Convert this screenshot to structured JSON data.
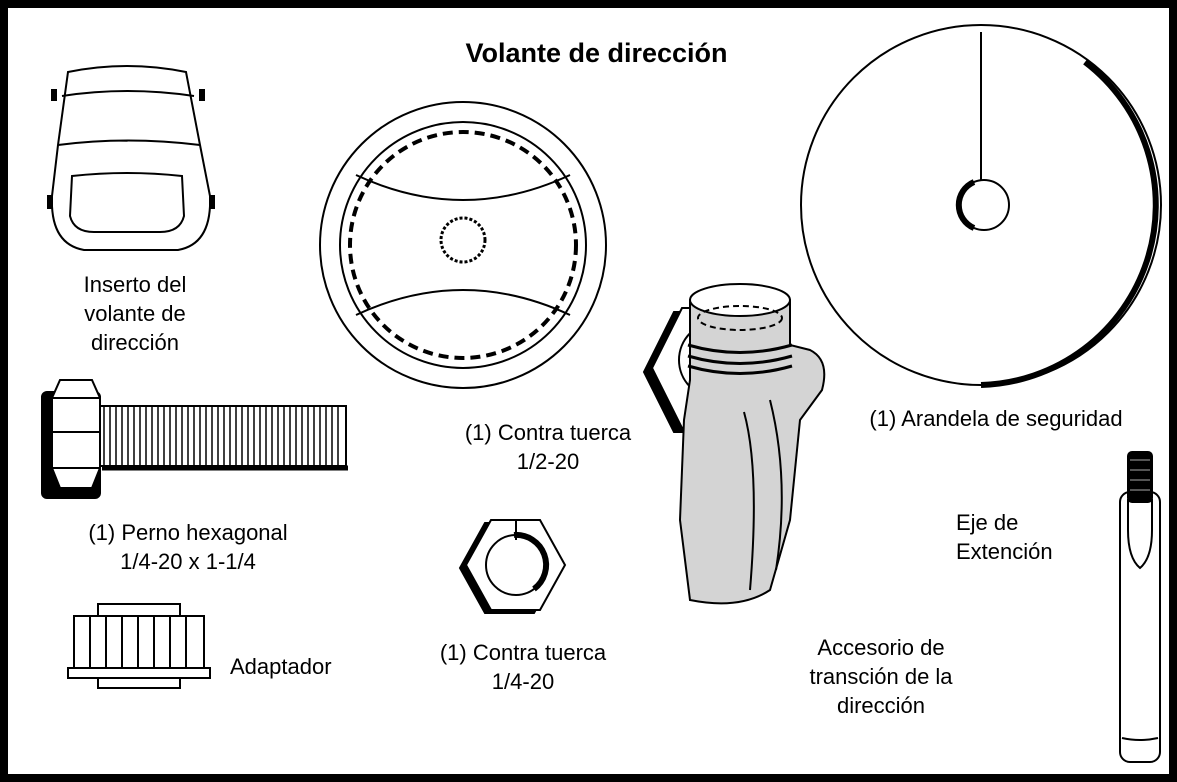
{
  "title": "Volante de dirección",
  "parts": {
    "insert": {
      "lines": [
        "Inserto del",
        "volante de",
        "dirección"
      ],
      "icon": "steering-wheel-insert-icon"
    },
    "wheel": {
      "icon": "steering-wheel-icon"
    },
    "washer": {
      "lines": [
        "(1) Arandela de seguridad"
      ],
      "icon": "safety-washer-icon"
    },
    "bolt": {
      "lines": [
        "(1) Perno hexagonal",
        "1/4-20 x 1-1/4"
      ],
      "icon": "hex-bolt-icon"
    },
    "nut_large": {
      "lines": [
        "(1) Contra tuerca",
        "1/2-20"
      ],
      "icon": "lock-nut-icon"
    },
    "nut_small": {
      "lines": [
        "(1) Contra tuerca",
        "1/4-20"
      ],
      "icon": "lock-nut-icon"
    },
    "adapter": {
      "lines": [
        "Adaptador"
      ],
      "icon": "adapter-icon"
    },
    "transition": {
      "lines": [
        "Accesorio de",
        "transción de la",
        "dirección"
      ],
      "icon": "transition-fitting-icon"
    },
    "shaft": {
      "lines": [
        "Eje de",
        "Extención"
      ],
      "icon": "extension-shaft-icon"
    }
  },
  "colors": {
    "outline": "#000000",
    "fill_gray": "#d4d4d4",
    "background": "#ffffff"
  }
}
